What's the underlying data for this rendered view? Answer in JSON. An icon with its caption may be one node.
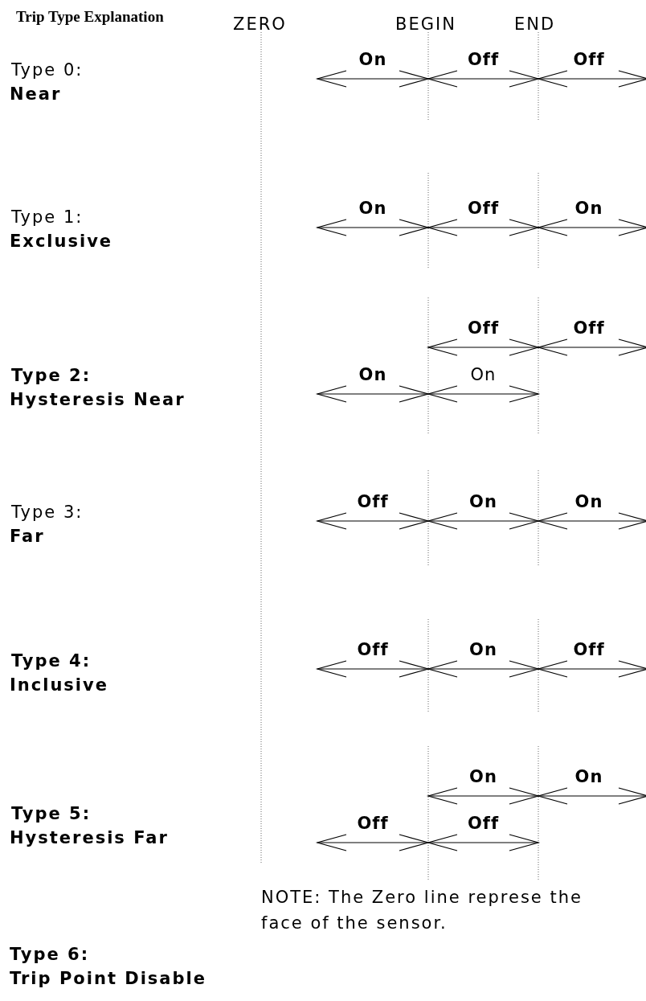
{
  "diagram": {
    "title": "Trip Type Explanation",
    "labels": [
      "ZERO",
      "BEGIN",
      "END",
      "Type 0:",
      "Near",
      "On",
      "Off",
      "Off",
      "Type 1:",
      "Exclusive",
      "On",
      "Off",
      "On",
      "Off",
      "Off",
      "Type 2:",
      "Hysteresis Near",
      "On",
      "On",
      "Type 3:",
      "Far",
      "Off",
      "On",
      "On",
      "Type 4:",
      "Inclusive",
      "Off",
      "On",
      "Off",
      "On",
      "On",
      "Type 5:",
      "Hysteresis Far",
      "Off",
      "Off",
      "NOTE: The Zero line represe the face of the sensor.",
      "Type 6:",
      "Trip Point Disable"
    ]
  }
}
